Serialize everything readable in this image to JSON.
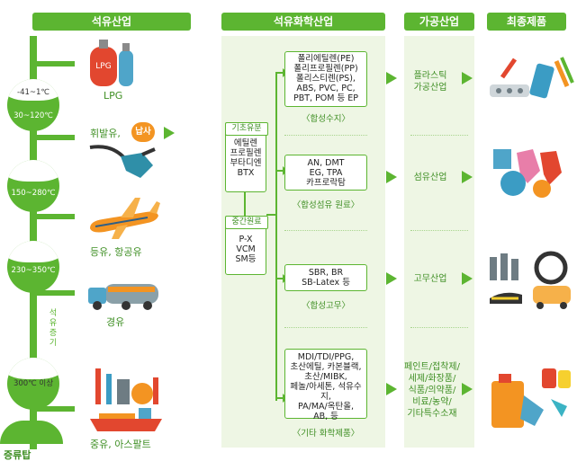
{
  "headers": {
    "petroleum": "석유산업",
    "petrochem": "석유화학산업",
    "processing": "가공산업",
    "final": "최종제품"
  },
  "tower": {
    "label": "증류탑",
    "vertical_label": "석유증기",
    "stages": [
      {
        "temps": [
          "-41~1℃",
          "30~120℃"
        ]
      },
      {
        "temps": [
          "150~280℃"
        ]
      },
      {
        "temps": [
          "230~350℃"
        ]
      },
      {
        "temps": [
          "300℃ 이상"
        ]
      }
    ]
  },
  "products": {
    "lpg": "LPG",
    "lpg_tank_text": "LPG",
    "gasoline": "휘발유,",
    "naphtha": "납사",
    "kerosene": "등유, 항공유",
    "diesel": "경유",
    "heavy": "중유, 아스팔트"
  },
  "feedstock": {
    "basic_title": "기초유분",
    "basic_items": [
      "에틸렌",
      "프로필렌",
      "부타디엔",
      "BTX"
    ],
    "inter_title": "중간원료",
    "inter_items": [
      "P-X",
      "VCM",
      "SM등"
    ]
  },
  "chem": [
    {
      "lines": [
        "폴리에틸렌(PE)",
        "폴리프로필렌(PP)",
        "폴리스티렌(PS),",
        "ABS, PVC, PC,",
        "PBT, POM 등 EP"
      ],
      "caption": "〈합성수지〉"
    },
    {
      "lines": [
        "AN, DMT",
        "EG, TPA",
        "카프로락탐"
      ],
      "caption": "〈합성섬유 원료〉"
    },
    {
      "lines": [
        "SBR, BR",
        "SB-Latex 등"
      ],
      "caption": "〈합성고무〉"
    },
    {
      "lines": [
        "MDI/TDI/PPG,",
        "초산에틸, 카본블랙,",
        "초산/MIBK,",
        "페놀/아세톤, 석유수지,",
        "PA/MA/옥탄올,",
        "AB, 등"
      ],
      "caption": "〈기타 화학제품〉"
    }
  ],
  "processing": [
    {
      "lines": [
        "플라스틱",
        "가공산업"
      ]
    },
    {
      "lines": [
        "섬유산업"
      ]
    },
    {
      "lines": [
        "고무산업"
      ]
    },
    {
      "lines": [
        "페인트/접착제/",
        "세제/화장품/",
        "식품/의약품/",
        "비료/농약/",
        "기타특수소재"
      ]
    }
  ],
  "colors": {
    "green": "#5cb531",
    "panel": "#eef6e4",
    "text_green": "#3f8f24"
  }
}
